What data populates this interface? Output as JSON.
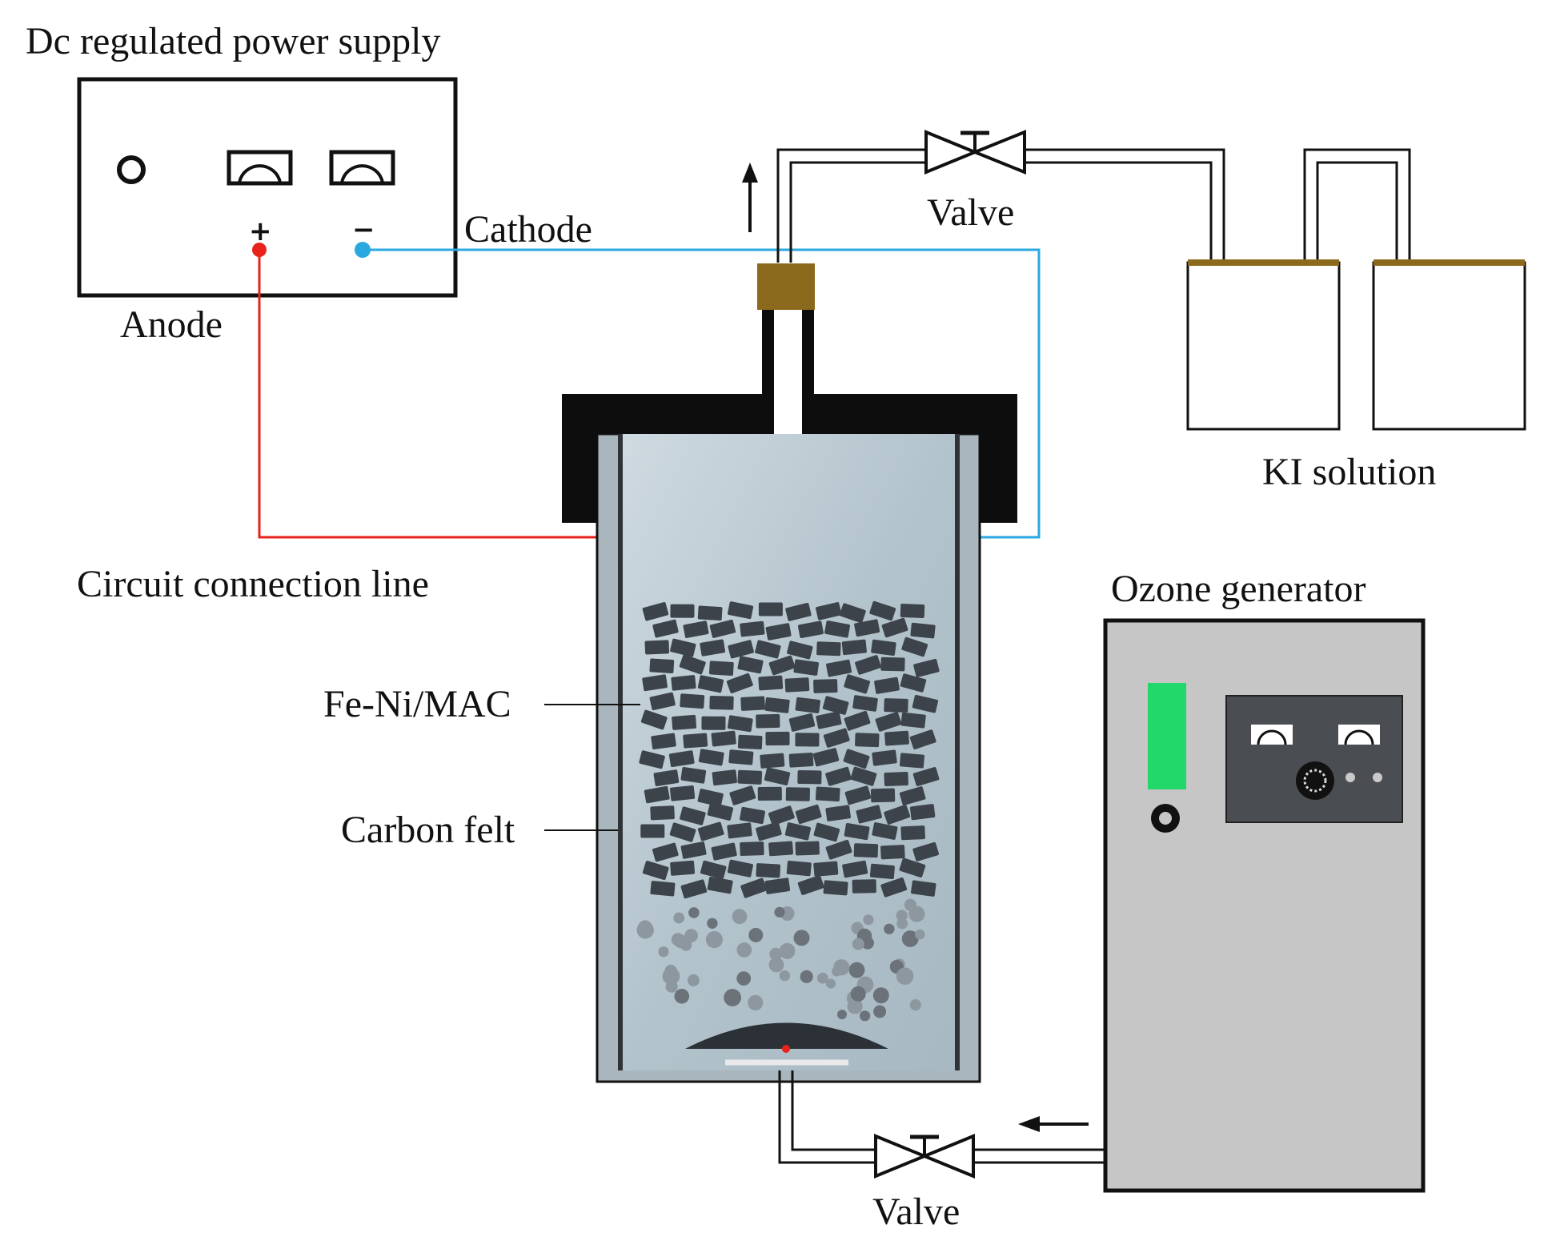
{
  "labels": {
    "power_supply": "Dc regulated power supply",
    "cathode": "Cathode",
    "anode": "Anode",
    "valve_top": "Valve",
    "valve_bottom": "Valve",
    "ki_solution": "KI  solution",
    "circuit_line": "Circuit connection line",
    "ozone_generator": "Ozone generator",
    "fe_ni_mac": "Fe-Ni/MAC",
    "carbon_felt": "Carbon felt",
    "plus": "+",
    "minus": "−"
  },
  "colors": {
    "line": "#111111",
    "anode_wire": "#e8231c",
    "cathode_wire": "#2ba8e0",
    "cap": "#8b6a1e",
    "ki_lid": "#8b6a1e",
    "reactor_liquid": "#b7c6cf",
    "particles": "#3d434b",
    "ozone_body": "#c6c6c6",
    "ozone_display": "#22d86a",
    "ozone_panel": "#4a4d52"
  },
  "icons": [
    "power-switch-icon",
    "ammeter-icon",
    "voltmeter-icon",
    "valve-icon",
    "flow-arrow-icon",
    "dial-knob-icon"
  ]
}
